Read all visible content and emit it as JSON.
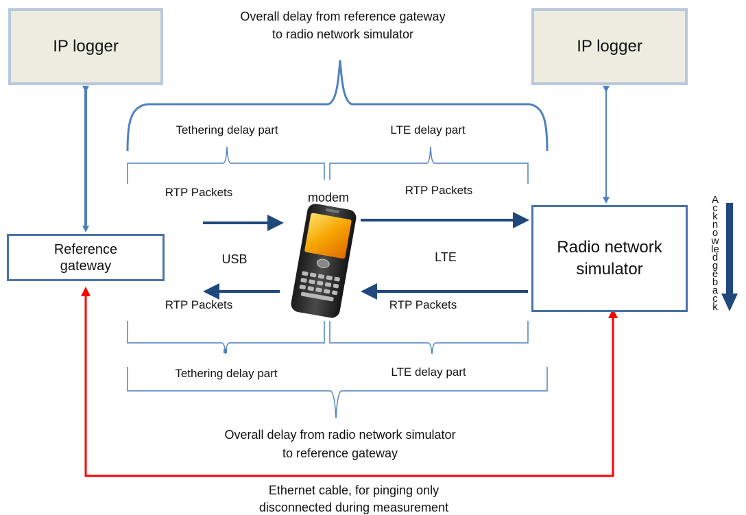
{
  "top_annotation": {
    "line1": "Overall delay from reference gateway",
    "line2": "to radio network simulator"
  },
  "bottom_annotation": {
    "line1": "Overall delay from radio network simulator",
    "line2": "to reference gateway"
  },
  "ethernet_annotation": {
    "line1": "Ethernet cable, for pinging only",
    "line2": "disconnected during measurement"
  },
  "boxes": {
    "ip_logger_left": "IP logger",
    "ip_logger_right": "IP logger",
    "reference_gateway_line1": "Reference",
    "reference_gateway_line2": "gateway",
    "radio_sim_line1": "Radio network",
    "radio_sim_line2": "simulator"
  },
  "labels": {
    "tethering_delay_top": "Tethering delay part",
    "lte_delay_top": "LTE delay part",
    "tethering_delay_bottom": "Tethering delay part",
    "lte_delay_bottom": "LTE delay part",
    "rtp_top_left": "RTP Packets",
    "rtp_top_right": "RTP Packets",
    "rtp_bottom_left": "RTP Packets",
    "rtp_bottom_right": "RTP Packets",
    "modem": "modem",
    "usb": "USB",
    "lte": "LTE",
    "vertical_text": "Acknowledge back"
  },
  "colors": {
    "connector_blue": "#4f81bd",
    "arrow_navy": "#1f497d",
    "ethernet_red": "#ff0000",
    "logger_fill": "#eeece1"
  },
  "icons": {
    "modem": "smartphone-icon"
  }
}
